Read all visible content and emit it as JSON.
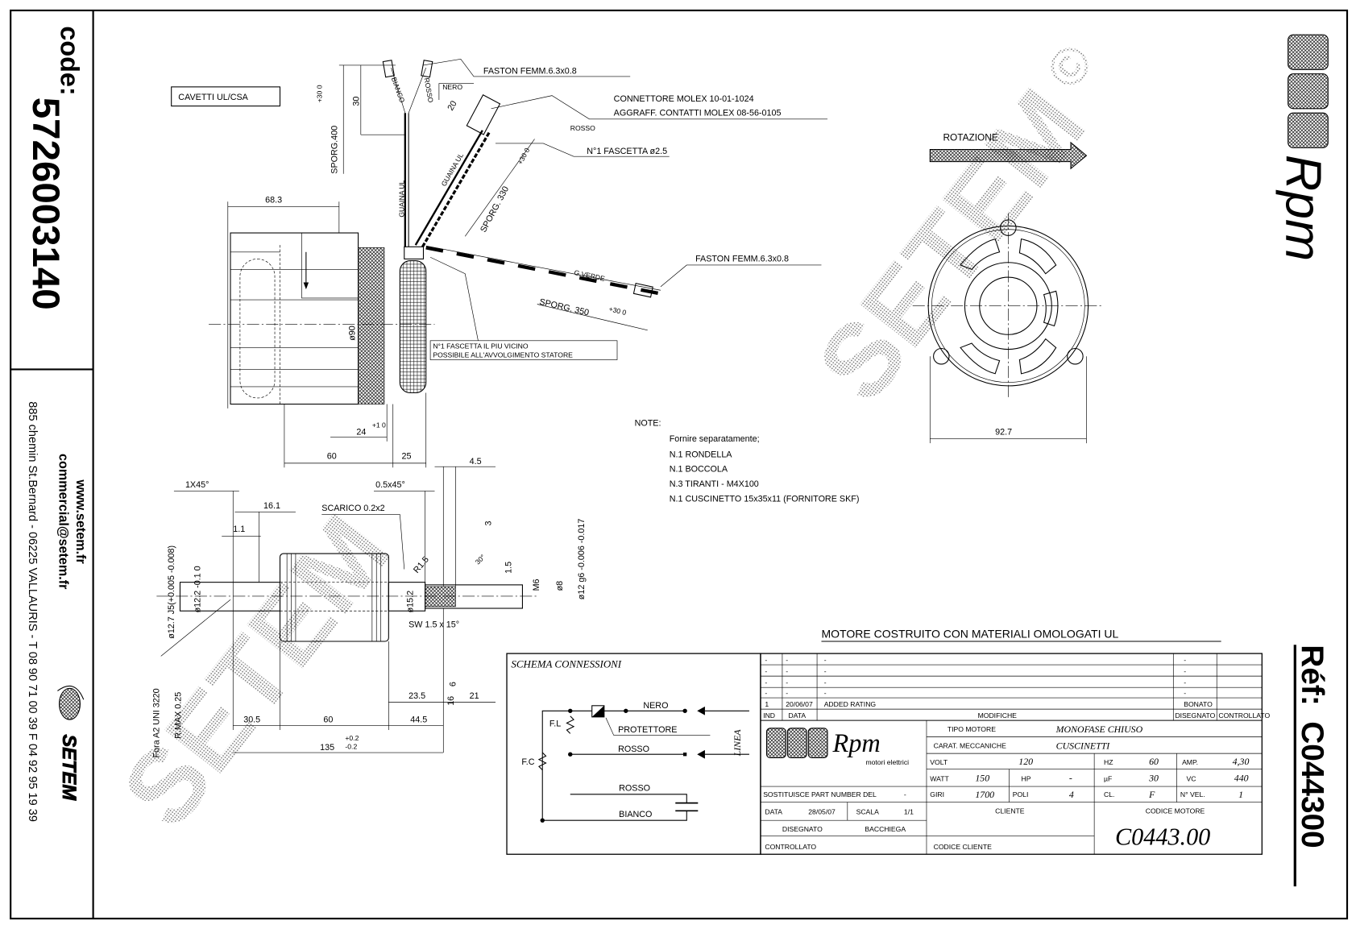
{
  "left_panel": {
    "code_label": "code:",
    "code": "5726003140",
    "website": "www.setem.fr",
    "email": "commercial@setem.fr",
    "address": "885 chemin St.Bernard - 06225 VALLAURIS - T 08 90 71 00 39  F 04 92 95 19 39",
    "brand": "SETEM"
  },
  "right_panel": {
    "brand": "Rpm",
    "ref_label": "Réf:",
    "ref": "C044300"
  },
  "watermark": {
    "text": "SETEM",
    "mark": "©"
  },
  "side_view": {
    "cable_label": "CAVETTI UL/CSA",
    "faston_top": "FASTON FEMM.6.3x0.8",
    "nero": "NERO",
    "connector_line1": "CONNETTORE MOLEX 10-01-1024",
    "connector_line2": "AGGRAFF. CONTATTI MOLEX 08-56-0105",
    "rosso_conn": "ROSSO",
    "fascetta": "N°1 FASCETTA ø2.5",
    "sporg_400": "SPORG.400",
    "tol_30_0": "+30 0",
    "dim_30": "30",
    "dim_20": "20",
    "bianco": "BIANCO",
    "rosso": "ROSSO",
    "guaina_1": "GUAINA UL",
    "guaina_2": "GUAINA UL",
    "sporg_330": "SPORG. 330",
    "tol_330": "+30 0",
    "dim_68_3": "68.3",
    "dim_d90": "ø90",
    "g_verde": "G.VERDE",
    "faston_green": "FASTON FEMM.6.3x0.8",
    "sporg_350": "SPORG. 350",
    "tol_350": "+30 0",
    "fascetta_note_1": "N°1 FASCETTA  IL PIU VICINO",
    "fascetta_note_2": "POSSIBILE ALL'AVVOLGIMENTO STATORE",
    "dim_24": "24",
    "tol_24": "+1 0",
    "dim_60": "60",
    "dim_25": "25"
  },
  "end_view": {
    "rotation_label": "ROTAZIONE",
    "dim_92_7": "92.7"
  },
  "notes": {
    "title": "NOTE:",
    "intro": "Fornire separatamente;",
    "items": [
      "N.1 RONDELLA",
      "N.1 BOCCOLA",
      "N.3 TIRANTI -  M4X100",
      "N.1 CUSCINETTO 15x35x11  (FORNITORE SKF)"
    ],
    "ul_statement": "MOTORE COSTRUITO CON MATERIALI OMOLOGATI UL"
  },
  "rotor": {
    "chamfer_1": "1X45°",
    "chamfer_2": "0.5x45°",
    "dim_4_5": "4.5",
    "dim_16_1": "16.1",
    "dim_1_1": "1.1",
    "scarico": "SCARICO 0.2x2",
    "r1_5": "R1.5",
    "dim_3": "3",
    "d12_7": "ø12.7 J5(+0.005 -0.008)",
    "d12_2": "ø12.2 -0.1 0",
    "d15_2": "ø15.2",
    "m6": "M6",
    "d8": "ø8",
    "d12_g6": "ø12 g6 -0.006 -0.017",
    "dim_1_5": "1.5",
    "angle_30": "30°",
    "sw": "SW 1.5 x 15°",
    "dim_6": "6",
    "dim_16": "16",
    "dim_23_5": "23.5",
    "dim_21": "21",
    "dim_30_5": "30.5",
    "dim_60": "60",
    "dim_44_5": "44.5",
    "dim_135": "135",
    "tol_135_a": "+0.2",
    "tol_135_b": "-0.2",
    "fora": "Fora A2 UNI 3220",
    "rmax": "R.MAX 0.25"
  },
  "schema": {
    "title": "SCHEMA CONNESSIONI",
    "nero": "NERO",
    "protettore": "PROTETTORE",
    "rosso_line": "ROSSO",
    "rosso_cap": "ROSSO",
    "bianco": "BIANCO",
    "fl": "F.L",
    "fc": "F.C",
    "linea": "LINEA"
  },
  "title_block": {
    "revisions": [
      {
        "ind": "-",
        "data": "-",
        "modifica": "-",
        "disegnato": "-",
        "controllato": ""
      },
      {
        "ind": "-",
        "data": "-",
        "modifica": "-",
        "disegnato": "-",
        "controllato": ""
      },
      {
        "ind": "-",
        "data": "-",
        "modifica": "-",
        "disegnato": "-",
        "controllato": ""
      },
      {
        "ind": "-",
        "data": "-",
        "modifica": "-",
        "disegnato": "-",
        "controllato": ""
      },
      {
        "ind": "1",
        "data": "20/06/07",
        "modifica": "ADDED RATING",
        "disegnato": "BONATO",
        "controllato": ""
      }
    ],
    "headers": {
      "ind": "IND",
      "data": "DATA",
      "modifiche": "MODIFICHE",
      "disegnato": "DISEGNATO",
      "controllato": "CONTROLLATO"
    },
    "logo_brand": "Rpm",
    "logo_sub": "motori elettrici",
    "tipo_motore_label": "TIPO MOTORE",
    "tipo_motore": "MONOFASE CHIUSO",
    "carat_label": "CARAT. MECCANICHE",
    "carat": "CUSCINETTI",
    "volt_label": "VOLT",
    "volt": "120",
    "hz_label": "HZ",
    "hz": "60",
    "amp_label": "AMP.",
    "amp": "4,30",
    "watt_label": "WATT",
    "watt": "150",
    "hp_label": "HP",
    "hp": "-",
    "uf_label": "µF",
    "uf": "30",
    "vc_label": "VC",
    "vc": "440",
    "giri_label": "GIRI",
    "giri": "1700",
    "poli_label": "POLI",
    "poli": "4",
    "cl_label": "CL.",
    "cl": "F",
    "nvel_label": "N° VEL.",
    "nvel": "1",
    "sostituisce_label": "SOSTITUISCE PART NUMBER DEL",
    "sostituisce": "-",
    "data_label": "DATA",
    "data": "28/05/07",
    "scala_label": "SCALA",
    "scala": "1/1",
    "disegnato_label": "DISEGNATO",
    "disegnato": "BACCHIEGA",
    "controllato_label": "CONTROLLATO",
    "cliente_label": "CLIENTE",
    "codice_cliente_label": "CODICE CLIENTE",
    "codice_motore_label": "CODICE MOTORE",
    "codice_motore": "C0443.00"
  }
}
